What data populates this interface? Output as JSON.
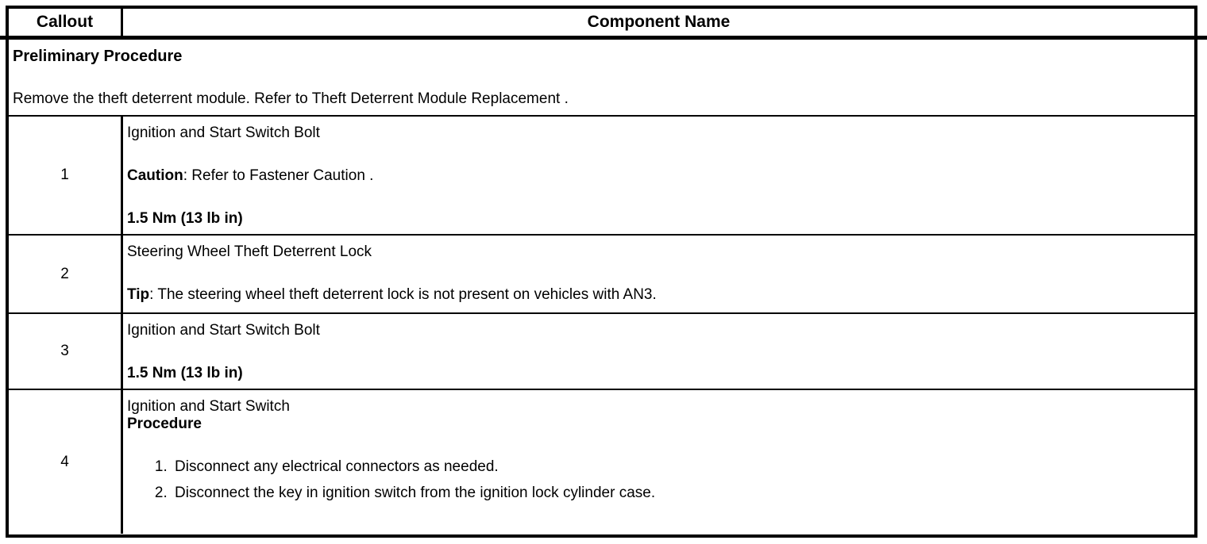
{
  "table": {
    "header": {
      "callout": "Callout",
      "component_name": "Component Name"
    },
    "preliminary": {
      "title": "Preliminary Procedure",
      "text": "Remove the theft deterrent module. Refer to Theft Deterrent Module Replacement ."
    },
    "rows": [
      {
        "callout": "1",
        "name": "Ignition and Start Switch Bolt",
        "note_label": "Caution",
        "note_rest": ": Refer to Fastener Caution .",
        "torque": "1.5 Nm (13 lb in)"
      },
      {
        "callout": "2",
        "name": "Steering Wheel Theft Deterrent Lock",
        "note_label": "Tip",
        "note_rest": ": The steering wheel theft deterrent lock is not present on vehicles with AN3."
      },
      {
        "callout": "3",
        "name": "Ignition and Start Switch Bolt",
        "torque": "1.5 Nm (13 lb in)"
      },
      {
        "callout": "4",
        "name": "Ignition and Start Switch",
        "procedure_title": "Procedure",
        "steps": [
          "Disconnect any electrical connectors as needed.",
          "Disconnect the key in ignition switch from the ignition lock cylinder case."
        ]
      }
    ]
  }
}
